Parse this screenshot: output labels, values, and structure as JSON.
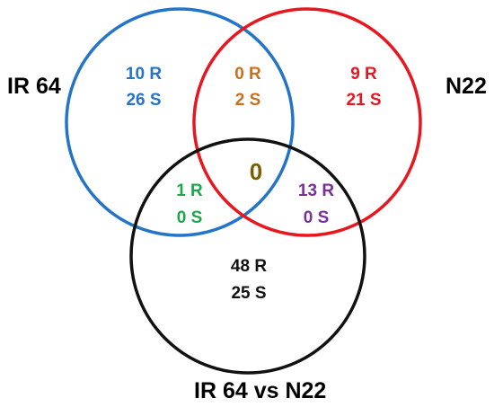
{
  "sets": [
    {
      "name": "IR 64",
      "color": "#2474c8"
    },
    {
      "name": "N22",
      "color": "#e8161e"
    },
    {
      "name": "IR 64 vs N22",
      "color": "#111111"
    }
  ],
  "regions": {
    "ir64_only": {
      "line1": "10 R",
      "line2": "26 S",
      "color": "#2474c8"
    },
    "ir64_n22": {
      "line1": "0 R",
      "line2": "2 S",
      "color": "#c8701e"
    },
    "n22_only": {
      "line1": "9  R",
      "line2": "21 S",
      "color": "#e8161e"
    },
    "ir64_vs": {
      "line1": "1 R",
      "line2": "0 S",
      "color": "#1aa84a"
    },
    "n22_vs": {
      "line1": "13 R",
      "line2": "0 S",
      "color": "#7a2e9a"
    },
    "vs_only": {
      "line1": "48 R",
      "line2": "25 S",
      "color": "#111111"
    },
    "center": {
      "value": "0",
      "color": "#7a6000"
    }
  }
}
